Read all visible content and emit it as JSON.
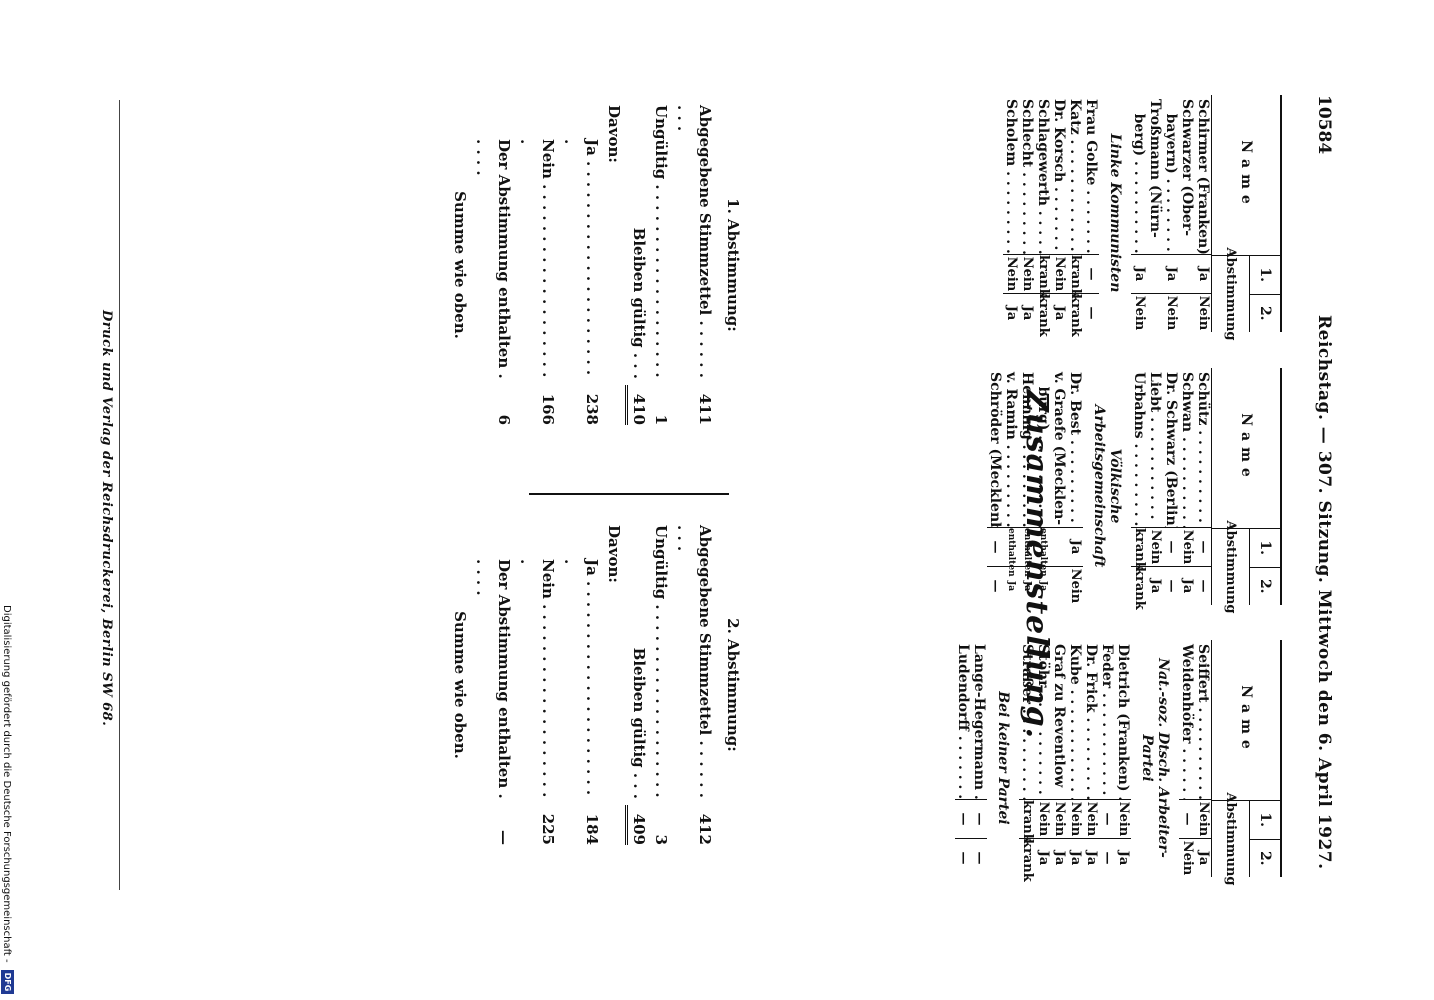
{
  "header": {
    "page_number": "10584",
    "title": "Reichstag. — 307. Sitzung. Mittwoch den 6. April 1927."
  },
  "table_header": {
    "name": "Name",
    "col1": "1.",
    "col2": "2.",
    "label": "Abstimmung"
  },
  "tables": [
    {
      "rows": [
        {
          "name": "Schirmer (Franken) . .",
          "v1": "Ja",
          "v2": "Nein"
        },
        {
          "name": "Schwarzer (Ober-",
          "v1": "",
          "v2": ""
        },
        {
          "name": "   bayern) . . . . . . . . .",
          "v1": "Ja",
          "v2": "Nein"
        },
        {
          "name": "Troßmann (Nürn-",
          "v1": "",
          "v2": ""
        },
        {
          "name": "   berg) . . . . . . . . . .",
          "v1": "Ja",
          "v2": "Nein"
        }
      ],
      "group": "Linke Kommunisten",
      "group_rows": [
        {
          "name": "Frau Golke . . . . . . . .",
          "v1": "—",
          "v2": "—"
        },
        {
          "name": "Katz . . . . . . . . . . . .",
          "v1": "krank",
          "v2": "krank"
        },
        {
          "name": "Dr. Korsch . . . . . . . .",
          "v1": "Nein",
          "v2": "Ja"
        },
        {
          "name": "Schlagewerth . . . . . .",
          "v1": "krank",
          "v2": "krank"
        },
        {
          "name": "Schlecht . . . . . . . . .",
          "v1": "Nein",
          "v2": "Ja"
        },
        {
          "name": "Scholem . . . . . . . . .",
          "v1": "Nein",
          "v2": "Ja"
        }
      ]
    },
    {
      "rows": [
        {
          "name": "Schütz . . . . . . . . . .",
          "v1": "—",
          "v2": "—"
        },
        {
          "name": "Schwan . . . . . . . . . .",
          "v1": "Nein",
          "v2": "Ja"
        },
        {
          "name": "Dr. Schwarz (Berlin)",
          "v1": "—",
          "v2": "—"
        },
        {
          "name": "Liebt . . . . . . . . . . .",
          "v1": "Nein",
          "v2": "Ja"
        },
        {
          "name": "Urbahns . . . . . . . . .",
          "v1": "krank",
          "v2": "krank"
        }
      ],
      "group": "Völkische Arbeitsgemeinschaft",
      "group_rows": [
        {
          "name": "Dr. Best . . . . . . . . .",
          "v1": "Ja",
          "v2": "Nein"
        },
        {
          "name": "v. Graefe (Mecklen-",
          "v1": "",
          "v2": ""
        },
        {
          "name": "   burg) . . . . . . . . . .",
          "v1": "enthalten",
          "v2": "Ja",
          "small": true
        },
        {
          "name": "Henning . . . . . . . . .",
          "v1": "enthalten",
          "v2": "Ja",
          "small": true
        },
        {
          "name": "v. Ramin . . . . . . . . .",
          "v1": "enthalten",
          "v2": "Ja",
          "small": true
        },
        {
          "name": "Schröder (Mecklenb.)",
          "v1": "—",
          "v2": "—"
        }
      ]
    },
    {
      "rows": [
        {
          "name": "Seiffert . . . . . . . . . .",
          "v1": "Nein",
          "v2": "Ja"
        },
        {
          "name": "Weidenhöfer . . . . . .",
          "v1": "—",
          "v2": "Nein"
        }
      ],
      "group": "Nat.-soz. Dtsch. Arbeiter-Partei",
      "group_rows": [
        {
          "name": "Dietrich (Franken) . .",
          "v1": "Nein",
          "v2": "Ja"
        },
        {
          "name": "Feder . . . . . . . . . . .",
          "v1": "—",
          "v2": "—"
        },
        {
          "name": "Dr. Frick . . . . . . . . .",
          "v1": "Nein",
          "v2": "Ja"
        },
        {
          "name": "Kube . . . . . . . . . . . .",
          "v1": "Nein",
          "v2": "Ja"
        },
        {
          "name": "Graf zu Reventlow",
          "v1": "Nein",
          "v2": "Ja"
        },
        {
          "name": "Stöhr . . . . . . . . . . .",
          "v1": "Nein",
          "v2": "Ja"
        },
        {
          "name": "Straßer . . . . . . . . . .",
          "v1": "krank",
          "v2": "krank"
        }
      ],
      "group2": "Bei keiner Partei",
      "group2_rows": [
        {
          "name": "Lange-Hegermann . . .",
          "v1": "—",
          "v2": "—"
        },
        {
          "name": "Ludendorff . . . . . . .",
          "v1": "—",
          "v2": "—"
        }
      ]
    }
  ],
  "summary": {
    "title": "Zusammenstellung.",
    "votes": [
      {
        "heading": "1. Abstimmung:",
        "submitted_label": "Abgegebene Stimmzettel . . . . . . . . .",
        "submitted": "411",
        "invalid_label": "Ungültig . . . . . . . . . . . . . . . . . . .",
        "invalid": "1",
        "valid_label": "Bleiben gültig . . .",
        "valid": "410",
        "davon": "Davon:",
        "yes_label": "Ja . . . . . . . . . . . . . . . . . . . . . .",
        "yes": "238",
        "no_label": "Nein . . . . . . . . . . . . . . . . . . . .",
        "no": "166",
        "abstain_label": "Der Abstimmung enthalten . . . . .",
        "abstain": "6",
        "total_label": "Summe wie oben."
      },
      {
        "heading": "2. Abstimmung:",
        "submitted_label": "Abgegebene Stimmzettel . . . . . . . . .",
        "submitted": "412",
        "invalid_label": "Ungültig . . . . . . . . . . . . . . . . . . .",
        "invalid": "3",
        "valid_label": "Bleiben gültig . . .",
        "valid": "409",
        "davon": "Davon:",
        "yes_label": "Ja . . . . . . . . . . . . . . . . . . . . . .",
        "yes": "184",
        "no_label": "Nein . . . . . . . . . . . . . . . . . . . .",
        "no": "225",
        "abstain_label": "Der Abstimmung enthalten . . . . .",
        "abstain": "—",
        "total_label": "Summe wie oben."
      }
    ]
  },
  "footer": {
    "printer": "Druck und Verlag der Reichsdruckerei, Berlin SW 68.",
    "credit": "Digitalisierung gefördert durch die Deutsche Forschungsgemeinschaft -",
    "logo": "DFG"
  }
}
